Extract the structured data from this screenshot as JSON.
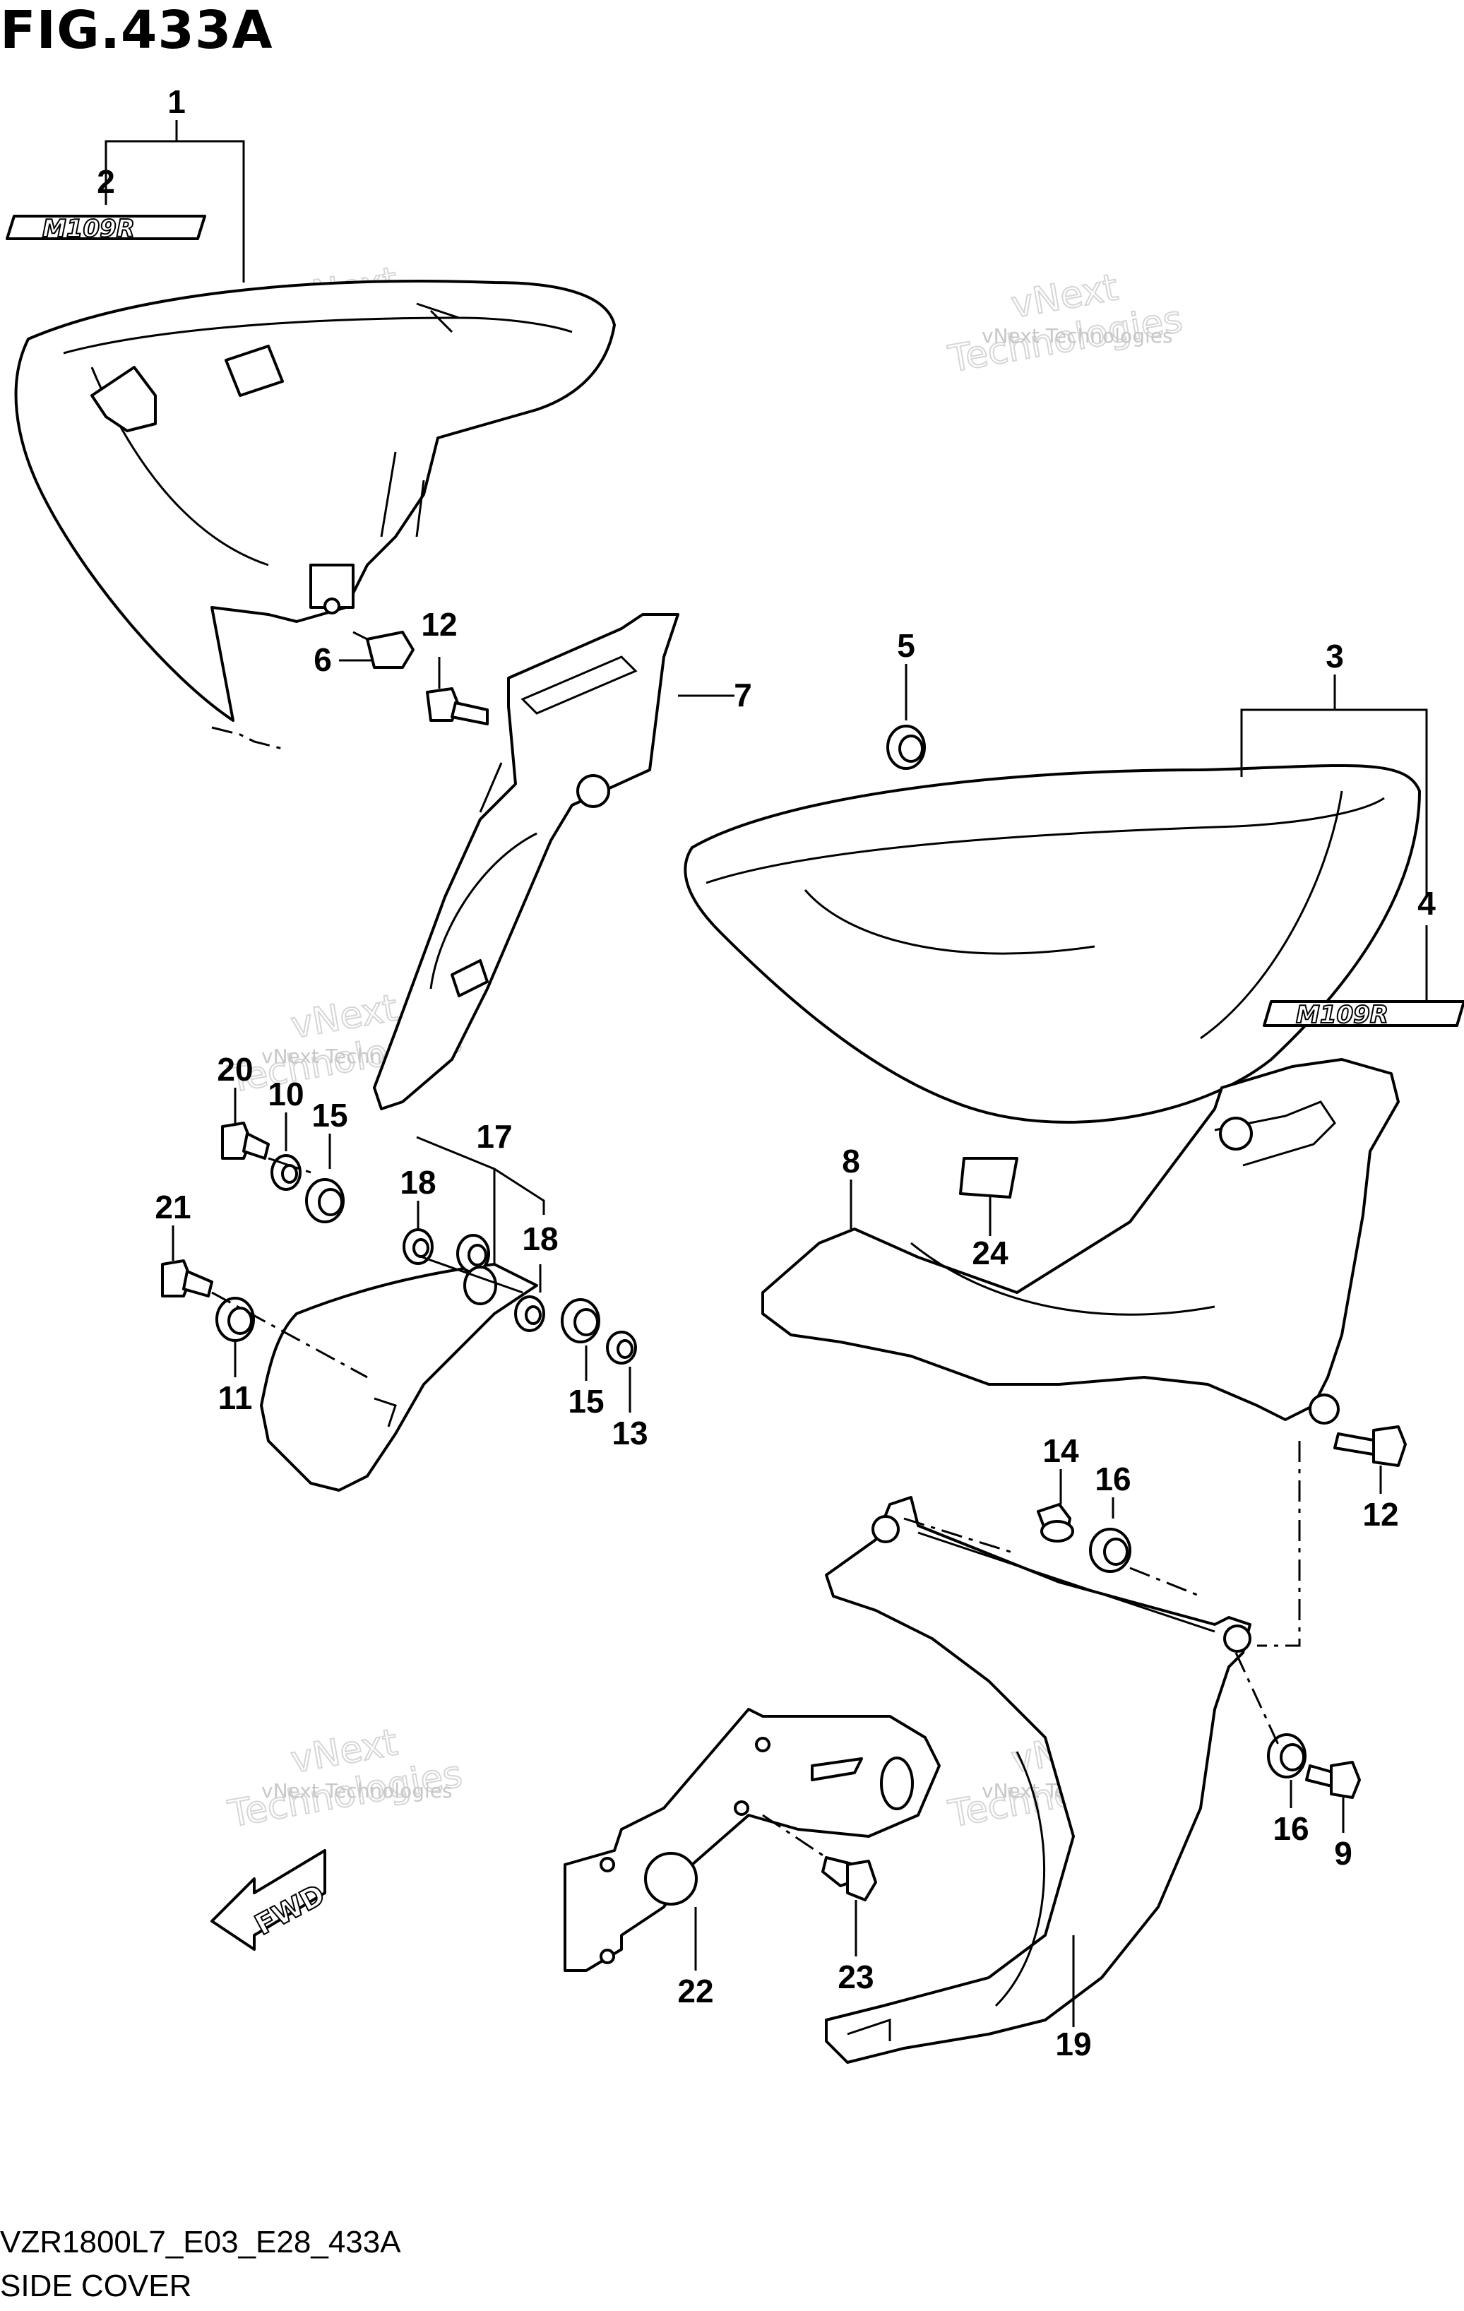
{
  "header": {
    "title": "FIG.433A"
  },
  "footer": {
    "model_code": "VZR1800L7_E03_E28_433A",
    "caption": "SIDE COVER"
  },
  "badge_text": "M109R",
  "fwd_label": "FWD",
  "watermark": {
    "line1": "vNext Technologies",
    "line2": "vNext",
    "line3": "Technologies"
  },
  "callouts": {
    "c1": "1",
    "c2": "2",
    "c3": "3",
    "c4": "4",
    "c5": "5",
    "c6": "6",
    "c7": "7",
    "c8": "8",
    "c9": "9",
    "c10": "10",
    "c11": "11",
    "c12a": "12",
    "c12b": "12",
    "c13": "13",
    "c14": "14",
    "c15a": "15",
    "c15b": "15",
    "c16a": "16",
    "c16b": "16",
    "c17": "17",
    "c18a": "18",
    "c18b": "18",
    "c19": "19",
    "c20": "20",
    "c21": "21",
    "c22": "22",
    "c23": "23",
    "c24": "24"
  }
}
